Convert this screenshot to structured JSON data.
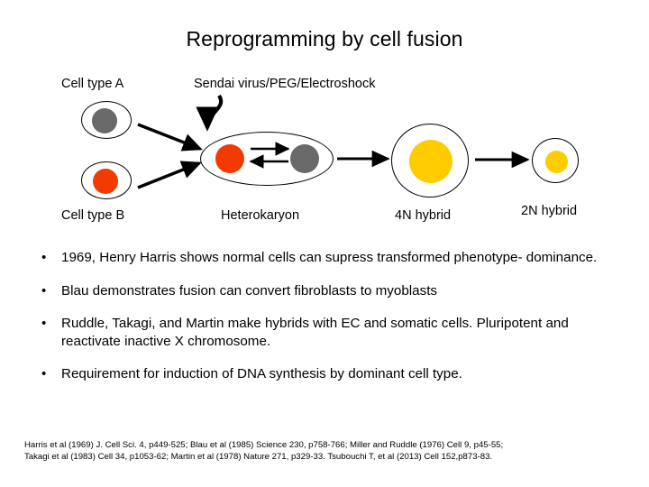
{
  "slide": {
    "title": "Reprogramming by cell fusion"
  },
  "diagram": {
    "labels": {
      "cell_type_a": "Cell type A",
      "cell_type_b": "Cell type B",
      "treatment": "Sendai virus/PEG/Electroshock",
      "heterokaryon": "Heterokaryon",
      "hybrid_4n": "4N hybrid",
      "hybrid_2n": "2N hybrid"
    },
    "colors": {
      "nucleus_gray": "#696969",
      "nucleus_red": "#f23a02",
      "nucleus_yellow": "#ffcc00",
      "outline": "#000000"
    },
    "cells": [
      {
        "name": "cell-type-a",
        "nucleus": "gray"
      },
      {
        "name": "cell-type-b",
        "nucleus": "red"
      },
      {
        "name": "heterokaryon",
        "nuclei": [
          "red",
          "gray"
        ]
      },
      {
        "name": "hybrid-4n",
        "nucleus": "yellow"
      },
      {
        "name": "hybrid-2n",
        "nucleus": "yellow"
      }
    ]
  },
  "bullets": [
    "1969, Henry Harris shows normal cells can supress transformed phenotype- dominance.",
    "Blau demonstrates fusion can convert fibroblasts to myoblasts",
    "Ruddle, Takagi, and Martin make hybrids with EC and somatic cells. Pluripotent and reactivate inactive X chromosome.",
    "Requirement for induction of DNA synthesis by dominant cell type."
  ],
  "footnote": {
    "line1": "Harris et al (1969) J. Cell Sci. 4, p449-525; Blau et al (1985) Science 230, p758-766; Miller and Ruddle (1976) Cell 9, p45-55;",
    "line2": "Takagi et al (1983) Cell 34, p1053-62; Martin et al (1978) Nature 271, p329-33. Tsubouchi T, et al (2013) Cell 152,p873-83."
  }
}
